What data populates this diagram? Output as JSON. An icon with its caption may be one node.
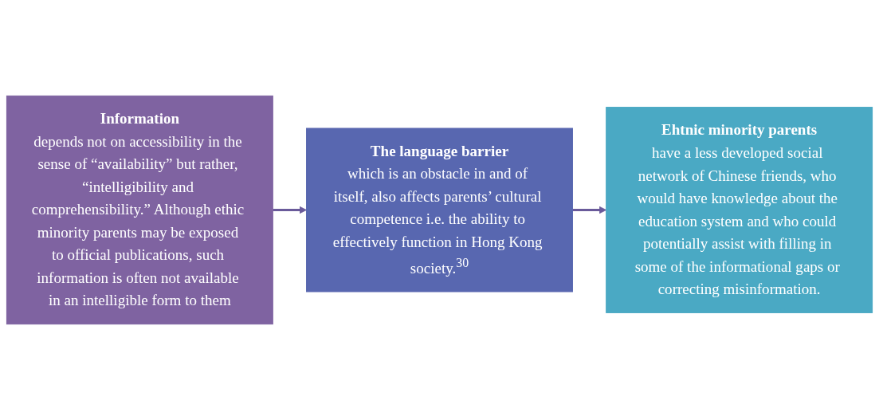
{
  "diagram": {
    "nodes": [
      {
        "text": [
          "Information",
          "depends not on accessibility in the sense of “availability” but rather, “intelligibility and comprehensibility.” Although ethic minority parents may be exposed to official publications, such information is often not available in an intelligible form to them"
        ]
      },
      {
        "text": [
          "The language barrier",
          "which is an obstacle in and of itself, also affects parents’ cultural competence i.e. the ability to effectively function in Hong Kong society.$^{30}$"
        ]
      },
      {
        "text": [
          "Ehtnic minority parents",
          "have a less developed social network of Chinese friends, who would have knowledge about the education system and who could potentially assist with filling in some of the informational gaps or correcting misinformation."
        ]
      }
    ],
    "edges": [
      {
        "from": 0,
        "to": 1,
        "arrow": "to"
      },
      {
        "from": 1,
        "to": 2,
        "arrow": "to"
      }
    ]
  }
}
